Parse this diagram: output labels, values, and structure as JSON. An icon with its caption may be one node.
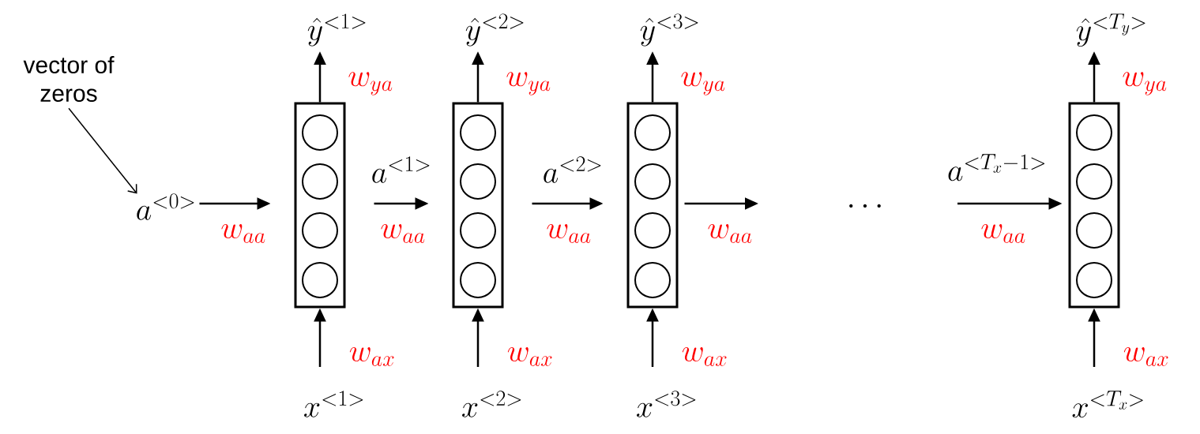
{
  "diagram": {
    "nodes": [
      {
        "text": [
          "vector of zeros"
        ]
      },
      {
        "text": [
          "a^{<0>}"
        ]
      },
      {
        "text": [],
        "shape": "box"
      },
      {
        "text": [],
        "shape": "box"
      },
      {
        "text": [],
        "shape": "box"
      },
      {
        "text": [],
        "shape": "box"
      },
      {
        "text": [
          "\\hat{y}^{<1>}"
        ]
      },
      {
        "text": [
          "\\hat{y}^{<2>}"
        ]
      },
      {
        "text": [
          "\\hat{y}^{<3>}"
        ]
      },
      {
        "text": [
          "\\hat{y}^{<T_y>}"
        ]
      },
      {
        "text": [
          "x^{<1>}"
        ]
      },
      {
        "text": [
          "x^{<2>}"
        ]
      },
      {
        "text": [
          "x^{<3>}"
        ]
      },
      {
        "text": [
          "x^{<T_x>}"
        ]
      }
    ],
    "edges": [
      {
        "from": 0,
        "to": 1,
        "arrow": "to"
      },
      {
        "from": 1,
        "to": 2,
        "arrow": "to",
        "label": "w_{aa}"
      },
      {
        "from": 2,
        "to": 3,
        "arrow": "to",
        "label": "w_{aa}"
      },
      {
        "from": 3,
        "to": 4,
        "arrow": "to",
        "label": "w_{aa}"
      },
      {
        "from": 4,
        "to": null,
        "arrow": "to",
        "label": "w_{aa}"
      },
      {
        "from": null,
        "to": 5,
        "arrow": "to",
        "label": "w_{aa}"
      },
      {
        "from": 2,
        "to": 6,
        "arrow": "to",
        "label": "w_{ya}"
      },
      {
        "from": 3,
        "to": 7,
        "arrow": "to",
        "label": "w_{ya}"
      },
      {
        "from": 4,
        "to": 8,
        "arrow": "to",
        "label": "w_{ya}"
      },
      {
        "from": 5,
        "to": 9,
        "arrow": "to",
        "label": "w_{ya}"
      },
      {
        "from": 10,
        "to": 2,
        "arrow": "to",
        "label": "w_{ax}"
      },
      {
        "from": 11,
        "to": 3,
        "arrow": "to",
        "label": "w_{ax}"
      },
      {
        "from": 12,
        "to": 4,
        "arrow": "to",
        "label": "w_{ax}"
      },
      {
        "from": 13,
        "to": 5,
        "arrow": "to",
        "label": "w_{ax}"
      }
    ],
    "labels": [
      "a^{<1>}",
      "a^{<2>}",
      "\\cdots",
      "a^{<T_x-1>}"
    ]
  }
}
